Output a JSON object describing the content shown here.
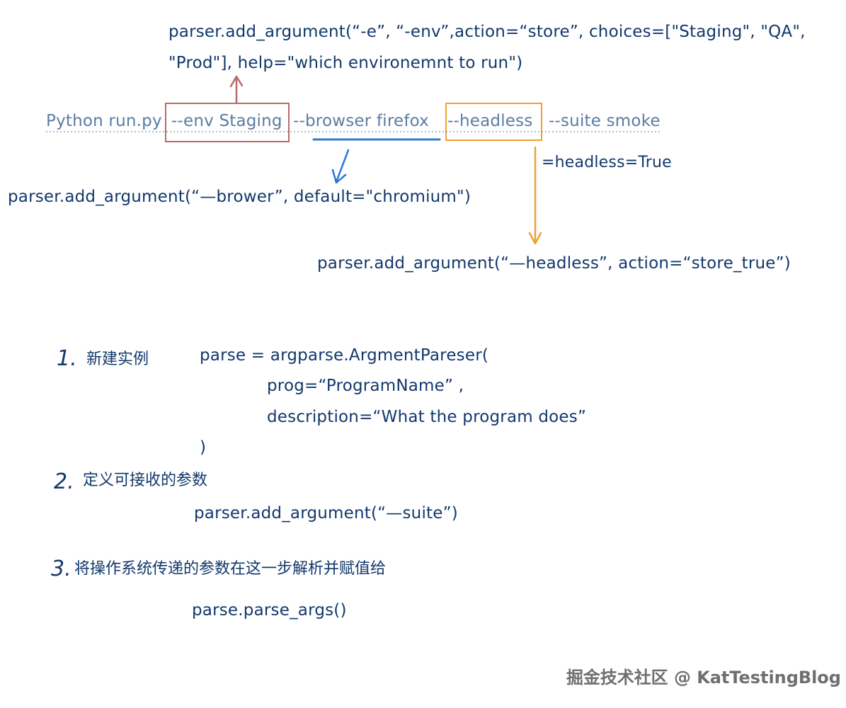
{
  "top_code": {
    "line1": "parser.add_argument(“-e”, “-env”,action=“store”, choices=[\"Staging\", \"QA\",",
    "line2": "\"Prod\"], help=\"which environemnt to run\")"
  },
  "command": {
    "python": "Python run.py",
    "env": "--env Staging",
    "browser": "--browser firefox",
    "headless": "--headless",
    "suite": "--suite smoke"
  },
  "headless_note": "=headless=True",
  "browser_code": "parser.add_argument(“—brower”, default=\"chromium\")",
  "headless_code": "parser.add_argument(“—headless”, action=“store_true”)",
  "steps": [
    {
      "number": "1.",
      "title": "新建实例",
      "code": [
        "parse = argparse.ArgmentPareser(",
        "prog=“ProgramName” ,",
        "description=“What the program does”",
        ")"
      ]
    },
    {
      "number": "2.",
      "title": "定义可接收的参数",
      "code": [
        "parser.add_argument(“—suite”)"
      ]
    },
    {
      "number": "3.",
      "title": "将操作系统传递的参数在这一步解析并赋值给",
      "code": [
        "parse.parse_args()"
      ]
    }
  ],
  "watermark": "掘金技术社区 @ KatTestingBlog",
  "colors": {
    "code_text": "#12386b",
    "command_text": "#5b7ca3",
    "env_box": "#b86a6a",
    "browser_line": "#2a7ad2",
    "headless_box": "#f0a030"
  }
}
